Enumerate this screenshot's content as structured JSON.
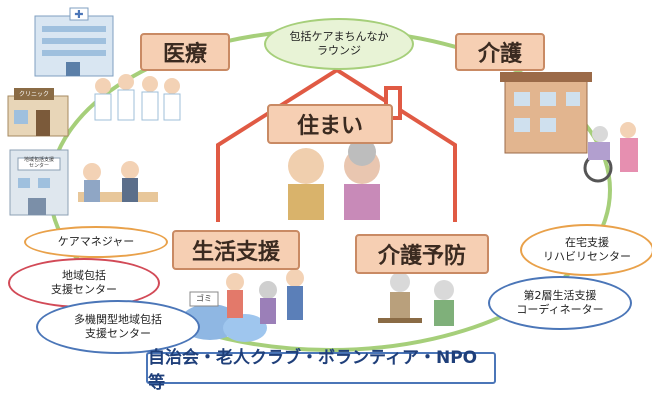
{
  "labels": {
    "iryo": "医療",
    "kaigo": "介護",
    "sumai": "住まい",
    "seikatsu_shien": "生活支援",
    "kaigo_yobo": "介護予防"
  },
  "ovals": {
    "lounge": "包括ケアまちんなか\nラウンジ",
    "care_manager": "ケアマネジャー",
    "chiiki_houkatsu": "地域包括\n支援センター",
    "takinou": "多機関型地域包括\n支援センター",
    "zaitaku": "在宅支援\nリハビリセンター",
    "dai2sou": "第2層生活支援\nコーディネーター"
  },
  "bottom": "自治会・老人クラブ・ボランティア・NPO　等",
  "building_signs": {
    "clinic": "クリニック",
    "center": "地域包括支援\nセンター"
  },
  "trash_sign": "ゴミ",
  "colors": {
    "ring": "#a6cf7a",
    "house": "#e05a44",
    "label_fill": "#f6cfb3",
    "blue": "#4b76b8",
    "red": "#d24a57",
    "orange": "#e9a14a",
    "green": "#a6cf7a"
  }
}
